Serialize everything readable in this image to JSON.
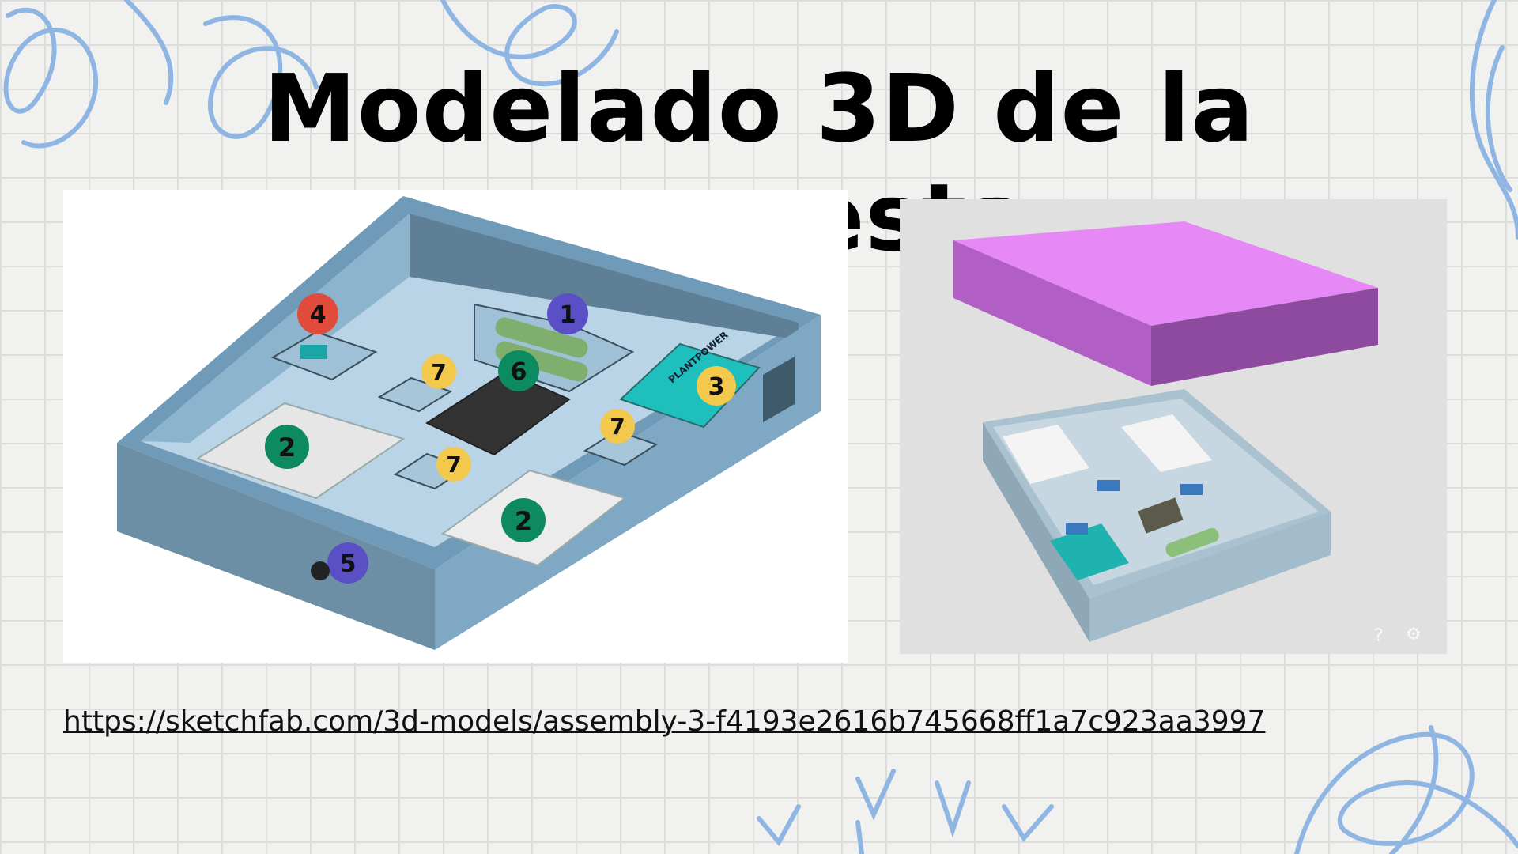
{
  "slide": {
    "title": "Modelado 3D de la propuesta",
    "url": "https://sketchfab.com/3d-models/assembly-3-f4193e2616b745668ff1a7c923aa3997"
  },
  "left_figure": {
    "badges": [
      {
        "label": "1",
        "color": "#5a4fc4"
      },
      {
        "label": "2",
        "color": "#0d8a5f"
      },
      {
        "label": "2",
        "color": "#0d8a5f"
      },
      {
        "label": "3",
        "color": "#f2c94c"
      },
      {
        "label": "4",
        "color": "#e04b3c"
      },
      {
        "label": "5",
        "color": "#5a4fc4"
      },
      {
        "label": "6",
        "color": "#0d8a5f"
      },
      {
        "label": "7",
        "color": "#f2c94c"
      },
      {
        "label": "7",
        "color": "#f2c94c"
      },
      {
        "label": "7",
        "color": "#f2c94c"
      }
    ],
    "module_label": "PLANTPOWER"
  },
  "right_viewer": {
    "help_icon": "?",
    "settings_icon": "⚙"
  },
  "colors": {
    "box_blue": "#7fa8c4",
    "lid_magenta": "#e47ff5",
    "teal": "#1fbfbd",
    "accent_scribble": "#8fb6e3"
  }
}
